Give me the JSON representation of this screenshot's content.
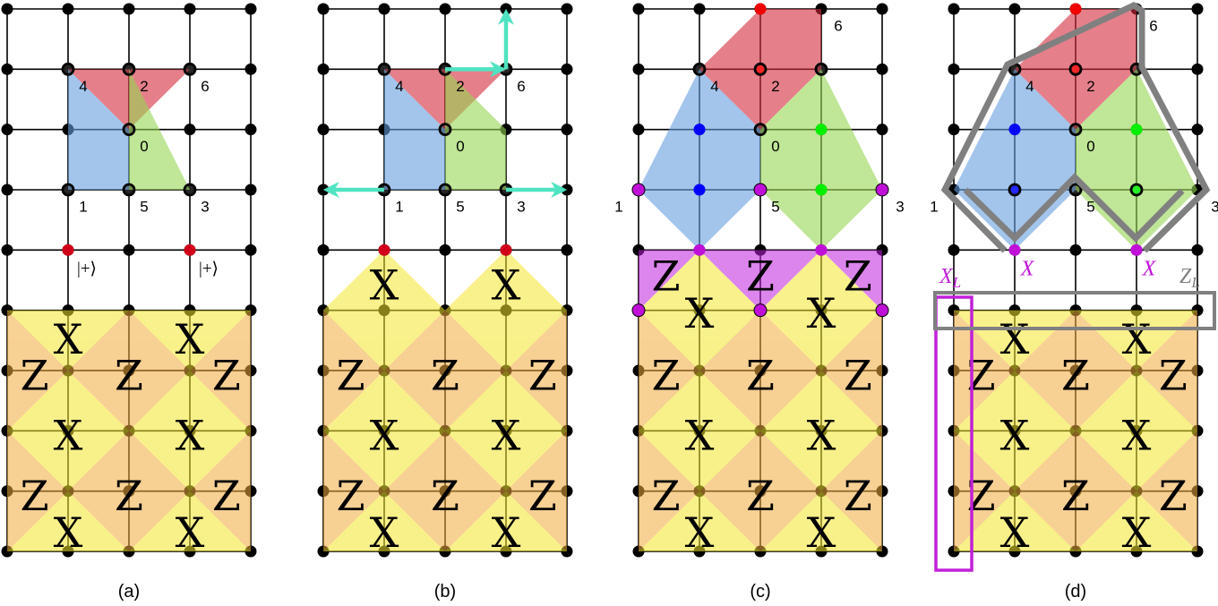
{
  "panels": [
    {
      "id": "a",
      "caption": "(a)",
      "stabilizers": [
        "X",
        "X",
        "Z",
        "Z",
        "Z",
        "X",
        "X",
        "Z",
        "Z",
        "Z",
        "X",
        "X"
      ]
    },
    {
      "id": "b",
      "caption": "(b)",
      "stabilizers": [
        "X",
        "X",
        "Z",
        "Z",
        "Z",
        "X",
        "X",
        "Z",
        "Z",
        "Z",
        "X",
        "X"
      ]
    },
    {
      "id": "c",
      "caption": "(c)",
      "stabilizers": [
        "Z",
        "Z",
        "Z",
        "X",
        "X",
        "Z",
        "Z",
        "Z",
        "X",
        "X",
        "Z",
        "Z",
        "Z",
        "X",
        "X"
      ]
    },
    {
      "id": "d",
      "caption": "(d)",
      "stabilizers": [
        "X",
        "X",
        "Z",
        "Z",
        "Z",
        "X",
        "X",
        "Z",
        "Z",
        "Z",
        "X",
        "X"
      ]
    }
  ],
  "qubit_labels": [
    "0",
    "1",
    "2",
    "3",
    "4",
    "5",
    "6"
  ],
  "ket_label": "|+⟩",
  "measurement_label": "X",
  "logical_x": {
    "symbol": "X",
    "subscript": "L"
  },
  "logical_z": {
    "symbol": "Z",
    "subscript": "L"
  },
  "colors": {
    "red_region": "#d42b3c",
    "blue_region": "#669edf",
    "green_region": "#96d552",
    "magenta_region": "#bf21dc",
    "orange_stabilizer": "#f2ab3e",
    "yellow_stabilizer": "#f4e62c",
    "red_qubit": "#f00000",
    "blue_qubit": "#0000ff",
    "green_qubit": "#00ee00",
    "magenta_qubit": "#c010d8",
    "ancilla_plus": "#d0001a",
    "arrow": "#4fe3c1",
    "logical_z_outline": "#808080",
    "logical_x_outline": "#c020d8"
  }
}
